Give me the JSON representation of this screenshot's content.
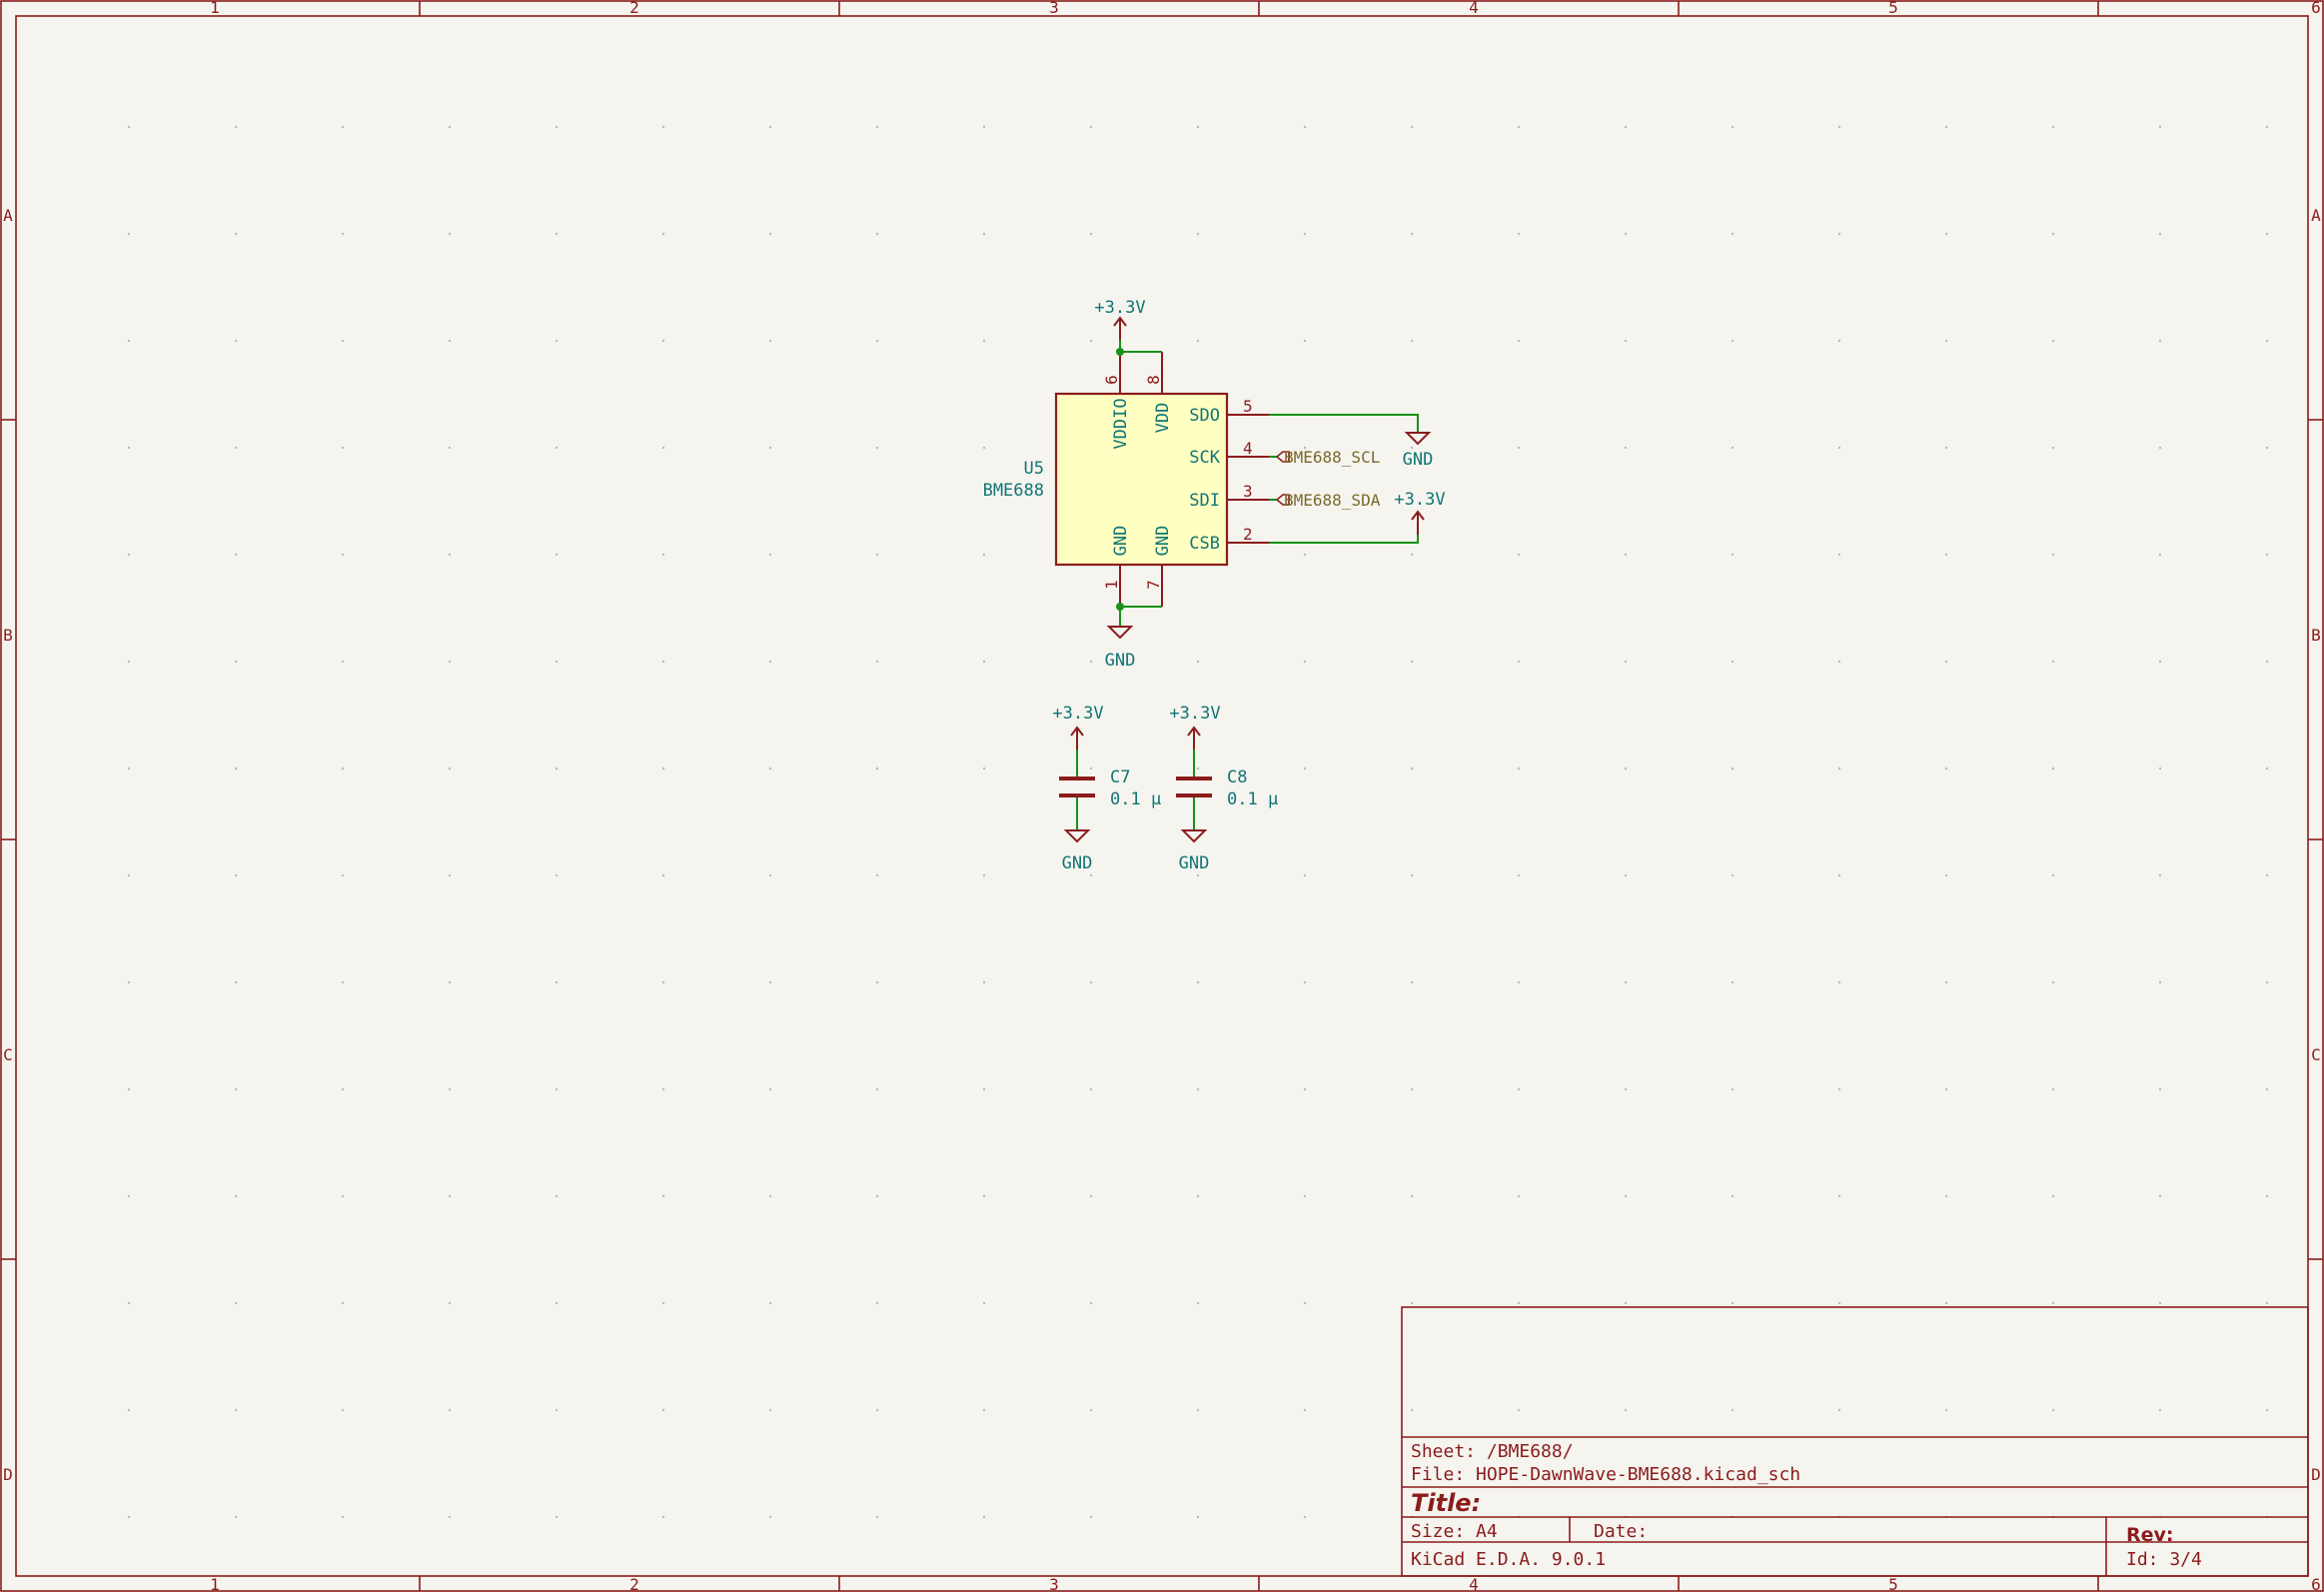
{
  "frame": {
    "columns": [
      "1",
      "2",
      "3",
      "4",
      "5",
      "6"
    ],
    "rows": [
      "A",
      "B",
      "C",
      "D"
    ]
  },
  "u5": {
    "ref": "U5",
    "value": "BME688",
    "pins": {
      "vddio": {
        "name": "VDDIO",
        "num": "6"
      },
      "vdd": {
        "name": "VDD",
        "num": "8"
      },
      "gnd1": {
        "name": "GND",
        "num": "1"
      },
      "gnd7": {
        "name": "GND",
        "num": "7"
      },
      "sdo": {
        "name": "SDO",
        "num": "5"
      },
      "sck": {
        "name": "SCK",
        "num": "4"
      },
      "sdi": {
        "name": "SDI",
        "num": "3"
      },
      "csb": {
        "name": "CSB",
        "num": "2"
      }
    }
  },
  "power": {
    "v33": "+3.3V",
    "gnd": "GND"
  },
  "labels": {
    "scl": "BME688_SCL",
    "sda": "BME688_SDA"
  },
  "c7": {
    "ref": "C7",
    "value": "0.1 µ"
  },
  "c8": {
    "ref": "C8",
    "value": "0.1 µ"
  },
  "title_block": {
    "sheet": "Sheet: /BME688/",
    "file": "File: HOPE-DawnWave-BME688.kicad_sch",
    "title": "Title:",
    "size": "Size: A4",
    "date": "Date:",
    "tool": "KiCad E.D.A. 9.0.1",
    "rev": "Rev:",
    "id": "Id: 3/4"
  },
  "colors": {
    "frame": "#8b1c1c",
    "wire": "#179117",
    "net_text": "#117575",
    "symbol_fill": "#ffffc2",
    "background": "#f5f4ef"
  }
}
